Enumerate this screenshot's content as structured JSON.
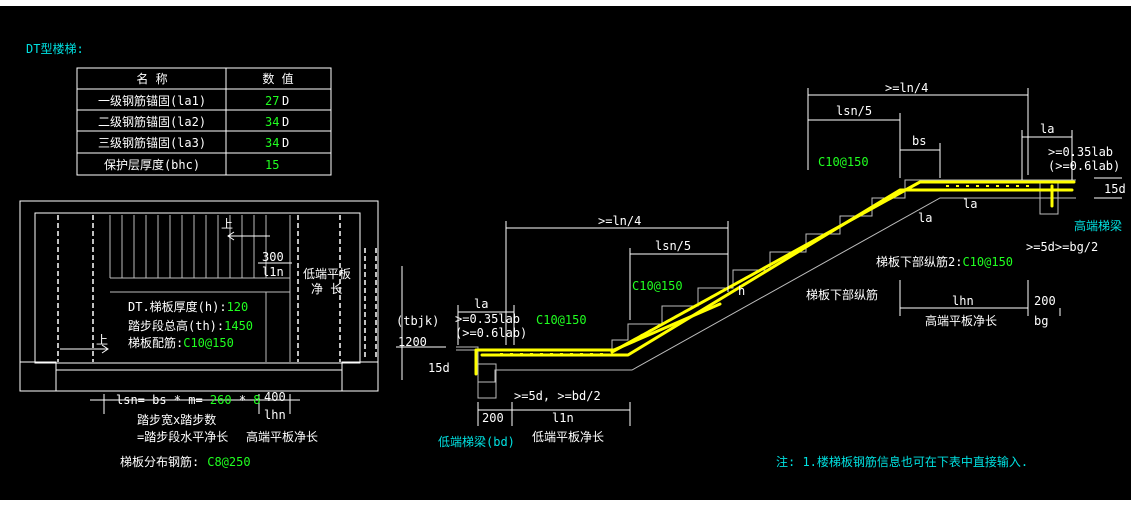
{
  "title": "DT型楼梯:",
  "table": {
    "headers": [
      "名  称",
      "数  值"
    ],
    "rows": [
      {
        "name": "一级钢筋锚固(la1)",
        "value": "27",
        "unit": "D"
      },
      {
        "name": "二级钢筋锚固(la2)",
        "value": "34",
        "unit": "D"
      },
      {
        "name": "三级钢筋锚固(la3)",
        "value": "34",
        "unit": "D"
      },
      {
        "name": "保护层厚度(bhc)",
        "value": "15",
        "unit": ""
      }
    ]
  },
  "plan": {
    "up_label_top": "上",
    "up_label_left": "上",
    "dim_300": "300",
    "lln": "l1n",
    "low_platform": [
      "低端平板",
      "净  长"
    ],
    "thickness_label": "DT.梯板厚度(h):",
    "thickness_value": "120",
    "height_label": "踏步段总高(th):",
    "height_value": "1450",
    "rebar_label": "梯板配筋:",
    "rebar_value": "C10@150",
    "lsn_prefix": "lsn= bs * m= ",
    "bs_value": "260",
    "mult": " * ",
    "m_value": "8",
    "dim_400": "400",
    "lhn": "lhn",
    "step_desc": [
      "踏步宽x踏步数",
      "=踏步段水平净长"
    ],
    "high_platform": "高端平板净长",
    "dist_label": "梯板分布钢筋:",
    "dist_value": "C8@250"
  },
  "section": {
    "ln4_top": ">=ln/4",
    "lsn5_top": "lsn/5",
    "bs": "bs",
    "la_top": "la",
    "la_035_top": ">=0.35lab",
    "la_06_top": "(>=0.6lab)",
    "d15_right": "15d",
    "high_beam": "高端梯梁",
    "c10_top": "C10@150",
    "la_mid1": "la",
    "la_mid2": "la",
    "lower_rebar2_label": "梯板下部纵筋2:",
    "lower_rebar2_value": "C10@150",
    "bg_rule": ">=5d>=bg/2",
    "ln4_mid": ">=ln/4",
    "lsn5_mid": "lsn/5",
    "c10_mid": "C10@150",
    "h": "h",
    "lower_rebar": "梯板下部纵筋",
    "lhn": "lhn",
    "dim_200_right": "200",
    "high_platform": "高端平板净长",
    "bg": "bg",
    "la_left": "la",
    "la_035_left": ">=0.35lab",
    "la_06_left": "(>=0.6lab)",
    "c10_left": "C10@150",
    "tbjk": "(tbjk)",
    "dim_1200": "1200",
    "d15_left": "15d",
    "bd_rule": ">=5d, >=bd/2",
    "dim_200_left": "200",
    "l1n": "l1n",
    "low_beam": "低端梯梁(bd)",
    "low_platform": "低端平板净长"
  },
  "note": "注: 1.楼梯板钢筋信息也可在下表中直接输入."
}
